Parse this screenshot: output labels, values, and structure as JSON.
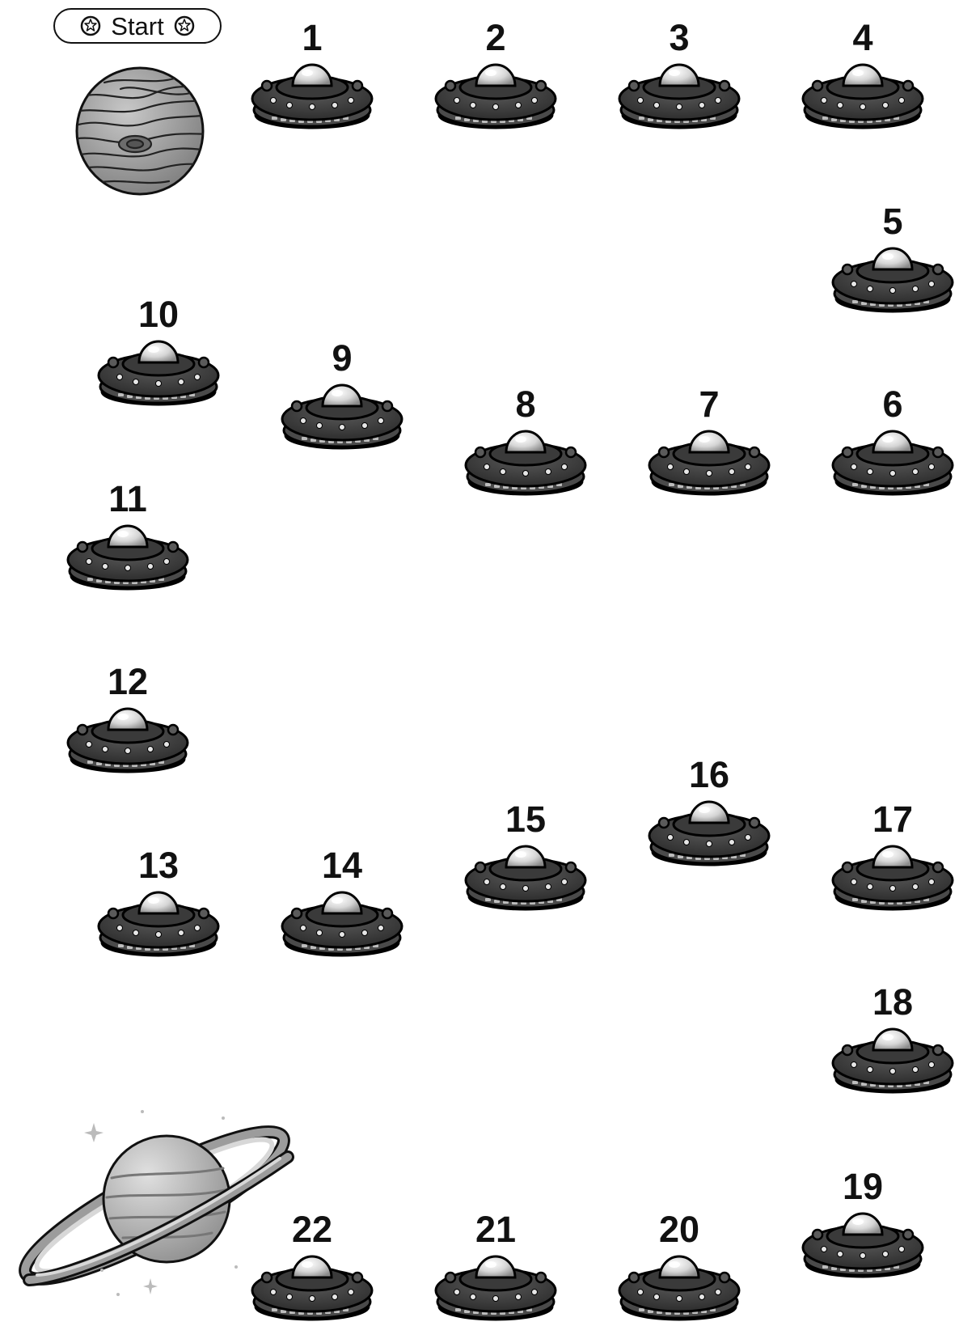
{
  "start_label": "Start",
  "board": {
    "spaces": [
      {
        "number": "1"
      },
      {
        "number": "2"
      },
      {
        "number": "3"
      },
      {
        "number": "4"
      },
      {
        "number": "5"
      },
      {
        "number": "6"
      },
      {
        "number": "7"
      },
      {
        "number": "8"
      },
      {
        "number": "9"
      },
      {
        "number": "10"
      },
      {
        "number": "11"
      },
      {
        "number": "12"
      },
      {
        "number": "13"
      },
      {
        "number": "14"
      },
      {
        "number": "15"
      },
      {
        "number": "16"
      },
      {
        "number": "17"
      },
      {
        "number": "18"
      },
      {
        "number": "19"
      },
      {
        "number": "20"
      },
      {
        "number": "21"
      },
      {
        "number": "22"
      }
    ],
    "space_icon": "ufo-icon",
    "start_icon": "jupiter-planet",
    "finish_icon": "saturn-planet"
  },
  "colors": {
    "ink": "#111111",
    "ufo_body": "#3c3c3c",
    "ufo_dome": "#d9d9d9",
    "planet_gray": "#9a9a9a"
  }
}
